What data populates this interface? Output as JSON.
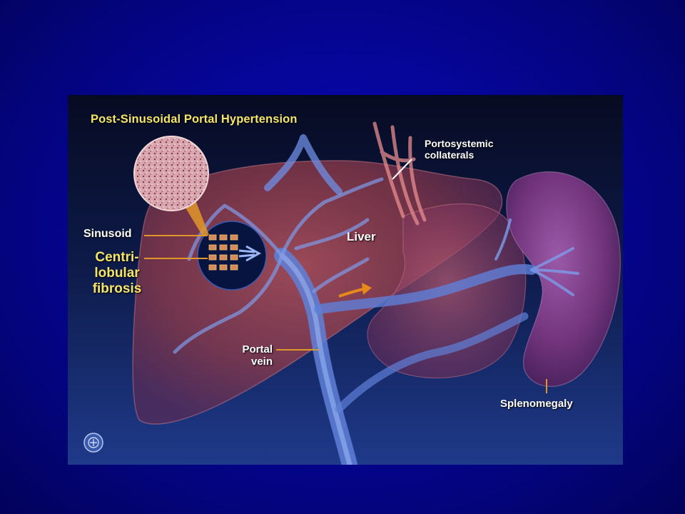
{
  "slide": {
    "background_color": "#0606a0"
  },
  "illustration": {
    "title": "Post-Sinusoidal Portal Hypertension",
    "labels": {
      "sinusoid": "Sinusoid",
      "centrilobular_fibrosis_lines": [
        "Centri-",
        "lobular",
        "fibrosis"
      ],
      "liver": "Liver",
      "portosystemic_collaterals_lines": [
        "Portosystemic",
        "collaterals"
      ],
      "portal_vein_lines": [
        "Portal",
        "vein"
      ],
      "splenomegaly": "Splenomegaly"
    },
    "colors": {
      "title_yellow": "#f4e46a",
      "leader_line_orange": "#e0962a",
      "vessel_blue": "#6f8fe6",
      "liver_tissue": "#a5464f",
      "spleen_purple": "#7a3a86"
    },
    "icons": {
      "flow_arrow": "orange-arrow-icon",
      "logo": "seal-logo-icon"
    }
  }
}
